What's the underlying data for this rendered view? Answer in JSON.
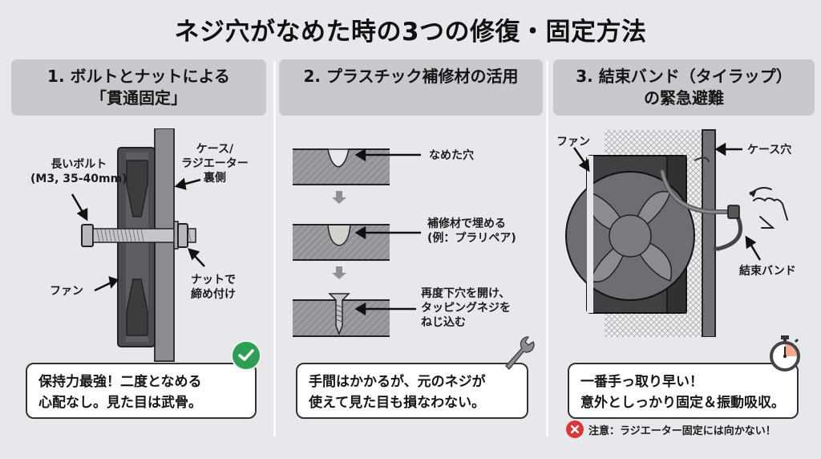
{
  "title": "ネジ穴がなめた時の3つの修復・固定方法",
  "colors": {
    "background": "#e6e8eb",
    "header_bg": "#c7c9cc",
    "success": "#2f9e55",
    "danger": "#d9383a",
    "timer_accent": "#f3a98e"
  },
  "methods": [
    {
      "header_line1": "1. ボルトとナットによる",
      "header_line2": "「貫通固定」",
      "labels": {
        "bolt_line1": "長いボルト",
        "bolt_line2": "(M3, 35-40mm)",
        "case_line1": "ケース/",
        "case_line2": "ラジエーター",
        "case_line3": "裏側",
        "fan": "ファン",
        "nut_line1": "ナットで",
        "nut_line2": "締め付け"
      },
      "badge_icon": "check-circle-icon",
      "note_line1": "保持力最強！二度となめる",
      "note_line2": "心配なし。見た目は武骨。"
    },
    {
      "header_line1": "2. プラスチック補修材の活用",
      "steps": [
        {
          "label_line1": "なめた穴"
        },
        {
          "label_line1": "補修材で埋める",
          "label_line2": "(例：プラリペア)"
        },
        {
          "label_line1": "再度下穴を開け、",
          "label_line2": "タッピングネジを",
          "label_line3": "ねじ込む"
        }
      ],
      "badge_icon": "wrench-icon",
      "note_line1": "手間はかかるが、元のネジが",
      "note_line2": "使えて見た目も損なわない。"
    },
    {
      "header_line1": "3. 結束バンド（タイラップ）",
      "header_line2": "の緊急避難",
      "labels": {
        "fan": "ファン",
        "case_hole": "ケース穴",
        "zip_tie": "結束バンド"
      },
      "badge_icon": "stopwatch-icon",
      "note_line1": "一番手っ取り早い！",
      "note_line2": "意外としっかり固定＆振動吸収。",
      "warning_icon": "x-circle-icon",
      "warning": "注意：ラジエーター固定には向かない！"
    }
  ]
}
